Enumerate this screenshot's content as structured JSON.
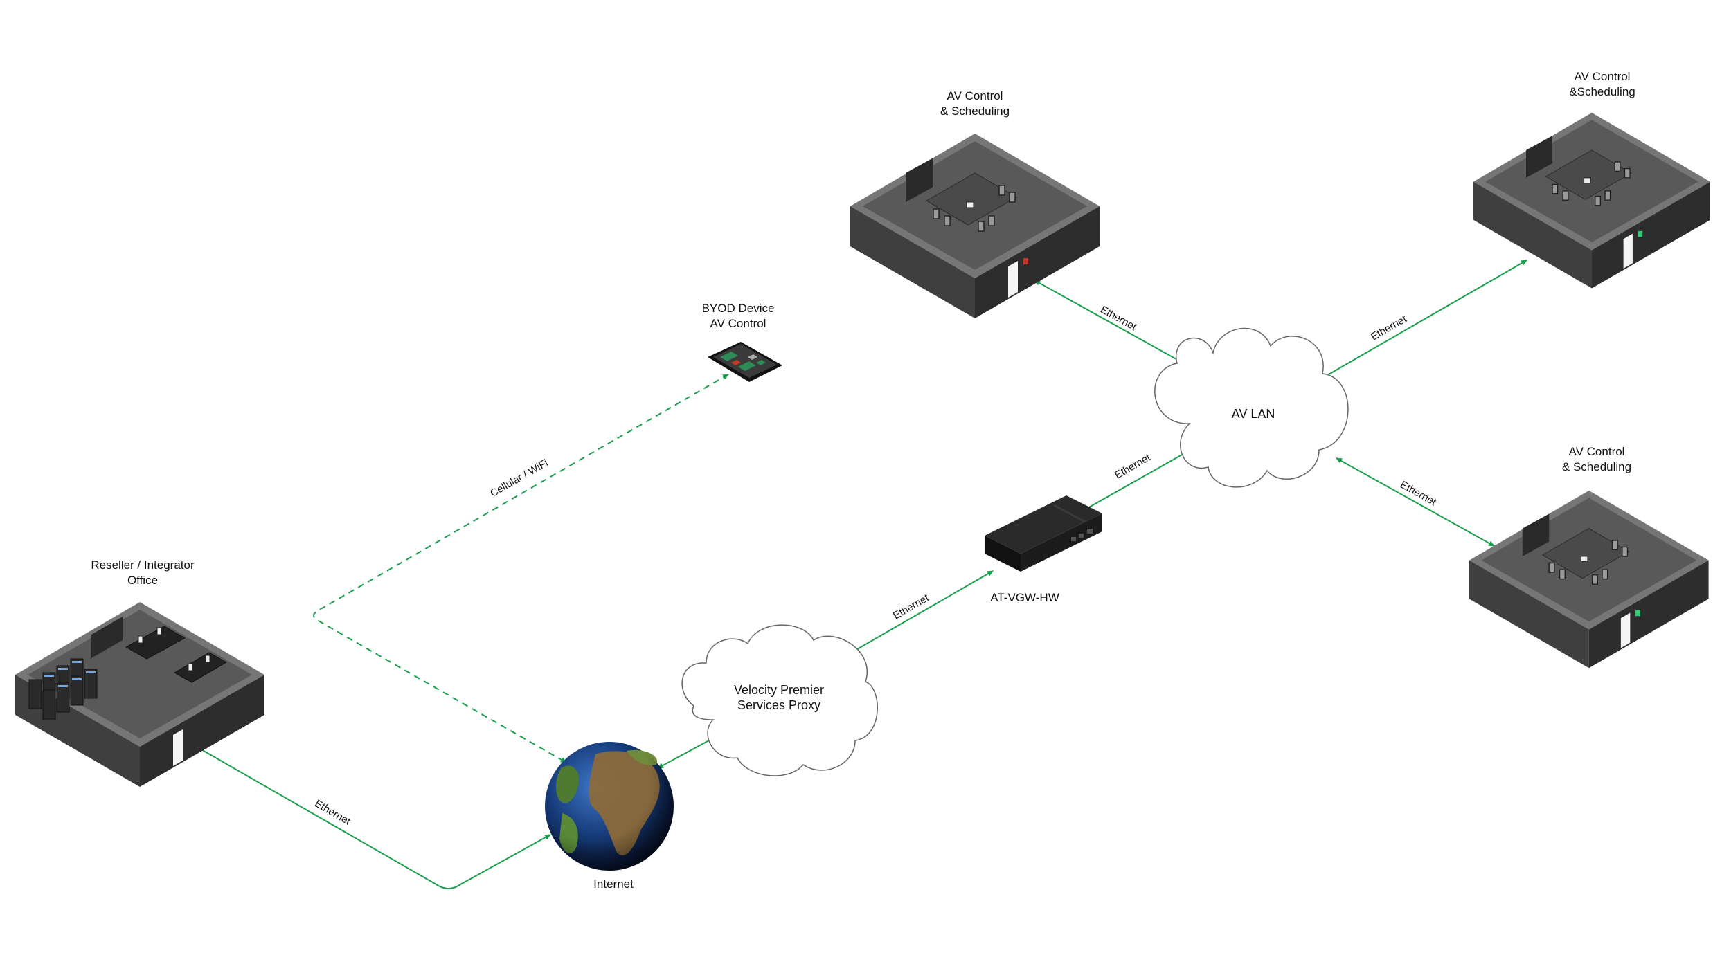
{
  "nodes": {
    "room_top_center": {
      "line1": "AV Control",
      "line2": "& Scheduling"
    },
    "room_top_right": {
      "line1": "AV Control",
      "line2": "&Scheduling"
    },
    "room_mid_right": {
      "line1": "AV Control",
      "line2": "& Scheduling"
    },
    "office": {
      "line1": "Reseller / Integrator",
      "line2": "Office"
    },
    "byod": {
      "line1": "BYOD Device",
      "line2": "AV Control"
    },
    "av_lan": {
      "label": "AV LAN"
    },
    "proxy": {
      "line1": "Velocity Premier",
      "line2": "Services Proxy"
    },
    "gateway": {
      "label": "AT-VGW-HW"
    },
    "internet": {
      "label": "Internet"
    }
  },
  "links": {
    "ethernet": "Ethernet",
    "cellular": "Cellular / WiFi"
  },
  "colors": {
    "link": "#1a9f4c",
    "room_wall": "#4f4f4f",
    "room_floor": "#5e5e5e",
    "cloud_stroke": "#666666"
  }
}
